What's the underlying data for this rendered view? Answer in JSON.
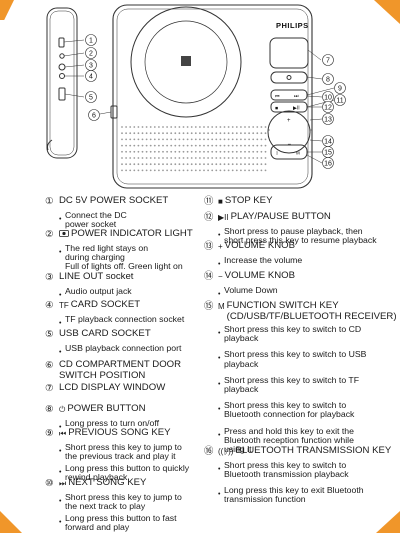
{
  "brand": "PHILIPS",
  "diagram_callouts": [
    "1",
    "2",
    "3",
    "4",
    "5",
    "6",
    "7",
    "8",
    "9",
    "10",
    "11",
    "12",
    "13",
    "14",
    "15",
    "16"
  ],
  "colors": {
    "corner_accent": "#f0962a",
    "device_line": "#333333",
    "grille": "#9a9a9a"
  },
  "left_column": [
    {
      "num": "①",
      "icon": "",
      "title": "DC 5V POWER SOCKET",
      "descs": [
        "Connect the DC\npower socket"
      ]
    },
    {
      "num": "②",
      "icon": "power-indicator-icon",
      "title": "POWER INDICATOR LIGHT",
      "descs": [
        "The red light stays on\nduring charging\nFull of lights off. Green light on"
      ]
    },
    {
      "num": "③",
      "icon": "",
      "title": "LINE OUT socket",
      "descs": [
        "Audio output jack"
      ]
    },
    {
      "num": "④",
      "icon": "tf-card-icon",
      "icon_text": "TF",
      "title": "CARD SOCKET",
      "descs": [
        "TF playback connection socket"
      ]
    },
    {
      "num": "⑤",
      "icon": "",
      "title": "USB CARD SOCKET",
      "descs": [
        "USB playback connection port"
      ]
    },
    {
      "num": "⑥",
      "icon": "",
      "title": "CD COMPARTMENT DOOR\nSWITCH POSITION",
      "descs": []
    },
    {
      "num": "⑦",
      "icon": "",
      "title": "LCD DISPLAY WINDOW",
      "descs": []
    },
    {
      "num": "⑧",
      "icon": "power-icon",
      "icon_text": "⏻",
      "title": "POWER BUTTON",
      "descs": [
        "Long press to turn on/off"
      ]
    },
    {
      "num": "⑨",
      "icon": "previous-song-icon",
      "icon_text": "⏮",
      "title": "PREVIOUS SONG KEY",
      "descs": [
        "Short press this key to jump to\nthe previous track and play it",
        "Long press this button to quickly\nrewind playback"
      ]
    },
    {
      "num": "⑩",
      "icon": "next-song-icon",
      "icon_text": "⏭",
      "title": "NEXT SONG KEY",
      "descs": [
        "Short press this key to jump to\nthe next track to play",
        "Long press this button to fast\nforward and play"
      ]
    }
  ],
  "right_column": [
    {
      "num": "⑪",
      "icon": "stop-icon",
      "icon_text": "■",
      "title": "STOP KEY",
      "descs": []
    },
    {
      "num": "⑫",
      "icon": "play-pause-icon",
      "icon_text": "▶II",
      "title": "PLAY/PAUSE BUTTON",
      "descs": [
        "Short press to pause playback, then\nshort press this key to resume playback"
      ]
    },
    {
      "num": "⑬",
      "icon": "volume-up-icon",
      "icon_text": "+",
      "title": "VOLUME KNOB",
      "descs": [
        "Increase the volume"
      ]
    },
    {
      "num": "⑭",
      "icon": "volume-down-icon",
      "icon_text": "−",
      "title": "VOLUME KNOB",
      "descs": [
        "Volume Down"
      ]
    },
    {
      "num": "⑮",
      "icon": "mode-icon",
      "icon_text": "M",
      "title": "FUNCTION SWITCH KEY\n(CD/USB/TF/BLUETOOTH RECEIVER)",
      "descs": [
        "Short press this key to switch to CD\nplayback",
        "Short press this key to switch to USB\nplayback",
        "Short press this key to switch to TF\nplayback",
        "Short press this key to switch to\nBluetooth connection for playback",
        "Press and hold this key to exit the\nBluetooth reception function while\nusing it"
      ]
    },
    {
      "num": "⑯",
      "icon": "bluetooth-transmit-icon",
      "icon_text": "((ᛒ))",
      "title": "BLUETOOTH TRANSMISSION KEY",
      "descs": [
        "Short press this key to switch to\nBluetooth transmission playback",
        "Long press this key to exit Bluetooth\ntransmission function"
      ]
    }
  ]
}
